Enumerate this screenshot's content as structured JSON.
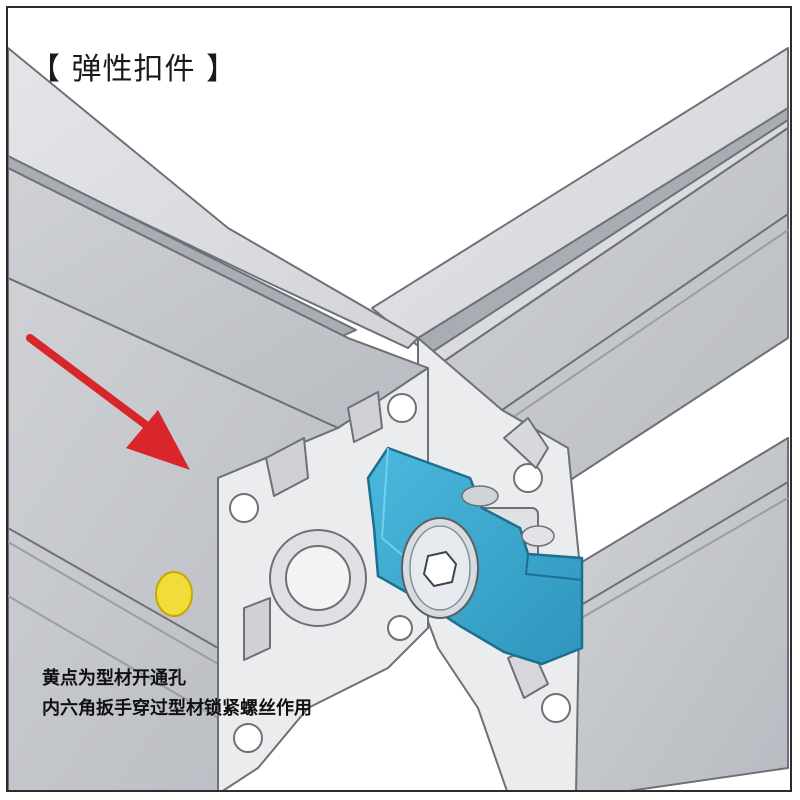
{
  "title": "【 弹性扣件 】",
  "captions": [
    "黄点为型材开通孔",
    "内六角扳手穿过型材锁紧螺丝作用"
  ],
  "colors": {
    "profile_top": "#dcdde1",
    "profile_side": "#c2c4c9",
    "profile_face": "#e9eaec",
    "outline": "#6e7077",
    "slot_dark": "#8d9096",
    "fastener": "#3aa9cf",
    "fastener_edge": "#1c6f8e",
    "screw": "#d7dbe2",
    "arrow": "#d8262b",
    "hole": "#f2dc3a"
  },
  "icons": {
    "arrow": "red-arrow-icon",
    "hole": "yellow-dot-icon",
    "screw": "hex-socket-screw-icon"
  }
}
